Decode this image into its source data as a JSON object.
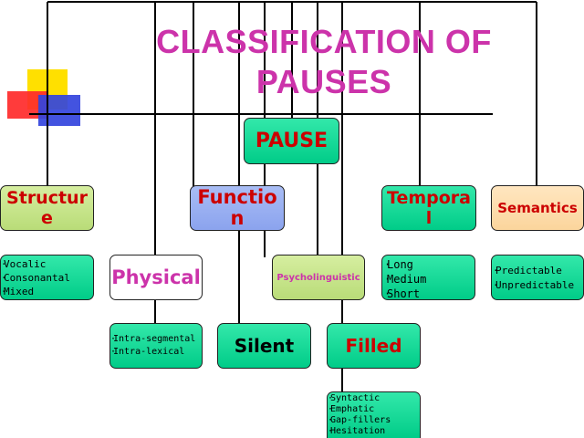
{
  "title": "CLASSIFICATION OF PAUSES",
  "root": "PAUSE",
  "categories": {
    "structure": "Structure",
    "function": "Function",
    "temporal": "Temporal",
    "semantics": "Semantics"
  },
  "structure_items": [
    "Vocalic",
    "Consonantal",
    "Mixed"
  ],
  "function_children": {
    "physical": "Physical",
    "psycholinguistic": "Psycholinguistic"
  },
  "physical_items": [
    "Intra-segmental",
    "Intra-lexical"
  ],
  "psycho_children": {
    "silent": "Silent",
    "filled": "Filled"
  },
  "filled_items": [
    "Syntactic",
    "Emphatic",
    "Gap-fillers",
    "Hesitation"
  ],
  "temporal_items": [
    "Long",
    "Medium",
    "Short"
  ],
  "semantics_items": [
    "Predictable",
    "Unpredictable"
  ],
  "colors": {
    "title": "#cc33aa",
    "category_text": "#cc0000",
    "mint": "#00cc88",
    "physical_text": "#cc33aa",
    "filled_text": "#cc0000"
  }
}
